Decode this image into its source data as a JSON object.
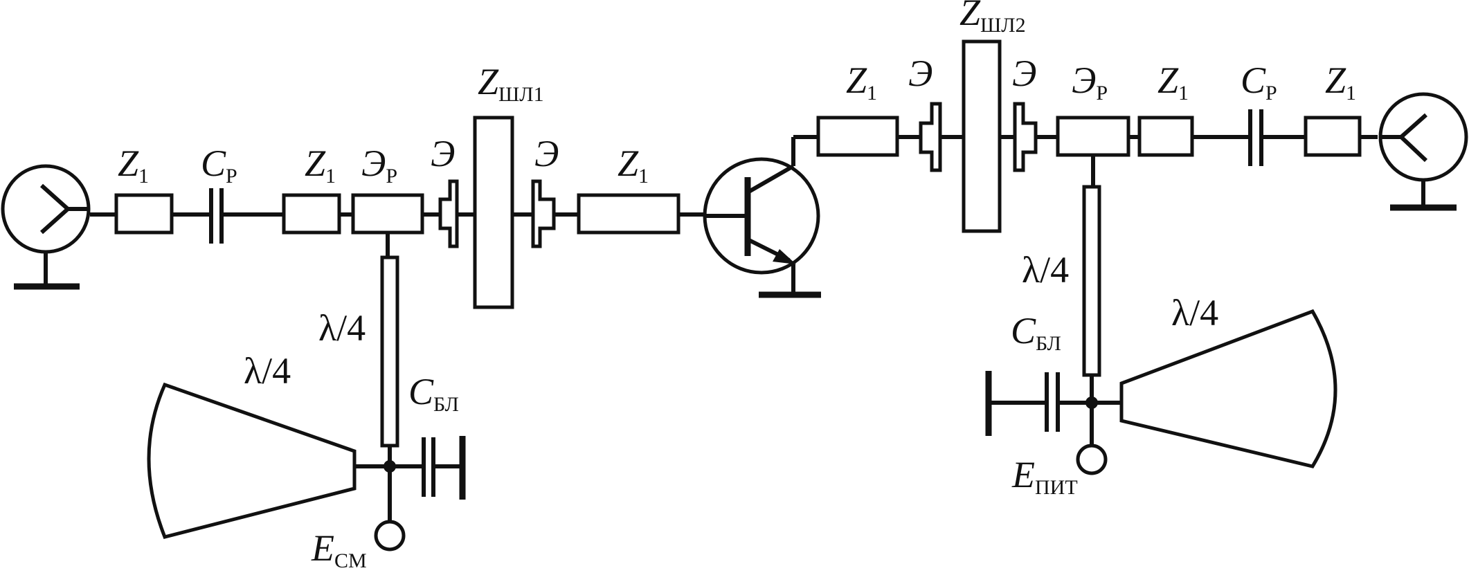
{
  "diagram": {
    "labels": {
      "z1": "Z",
      "z1_sub": "1",
      "cp": "C",
      "cp_sub": "Р",
      "ep": "Э",
      "ep_sub": "Р",
      "e": "Э",
      "z": "Z",
      "zsh1_sub": "ШЛ1",
      "zsh2_sub": "ШЛ2",
      "lambda4": "λ/4",
      "cbl": "C",
      "cbl_sub": "БЛ",
      "ecm": "E",
      "ecm_sub": "СМ",
      "epit": "E",
      "epit_sub": "ПИТ"
    }
  }
}
